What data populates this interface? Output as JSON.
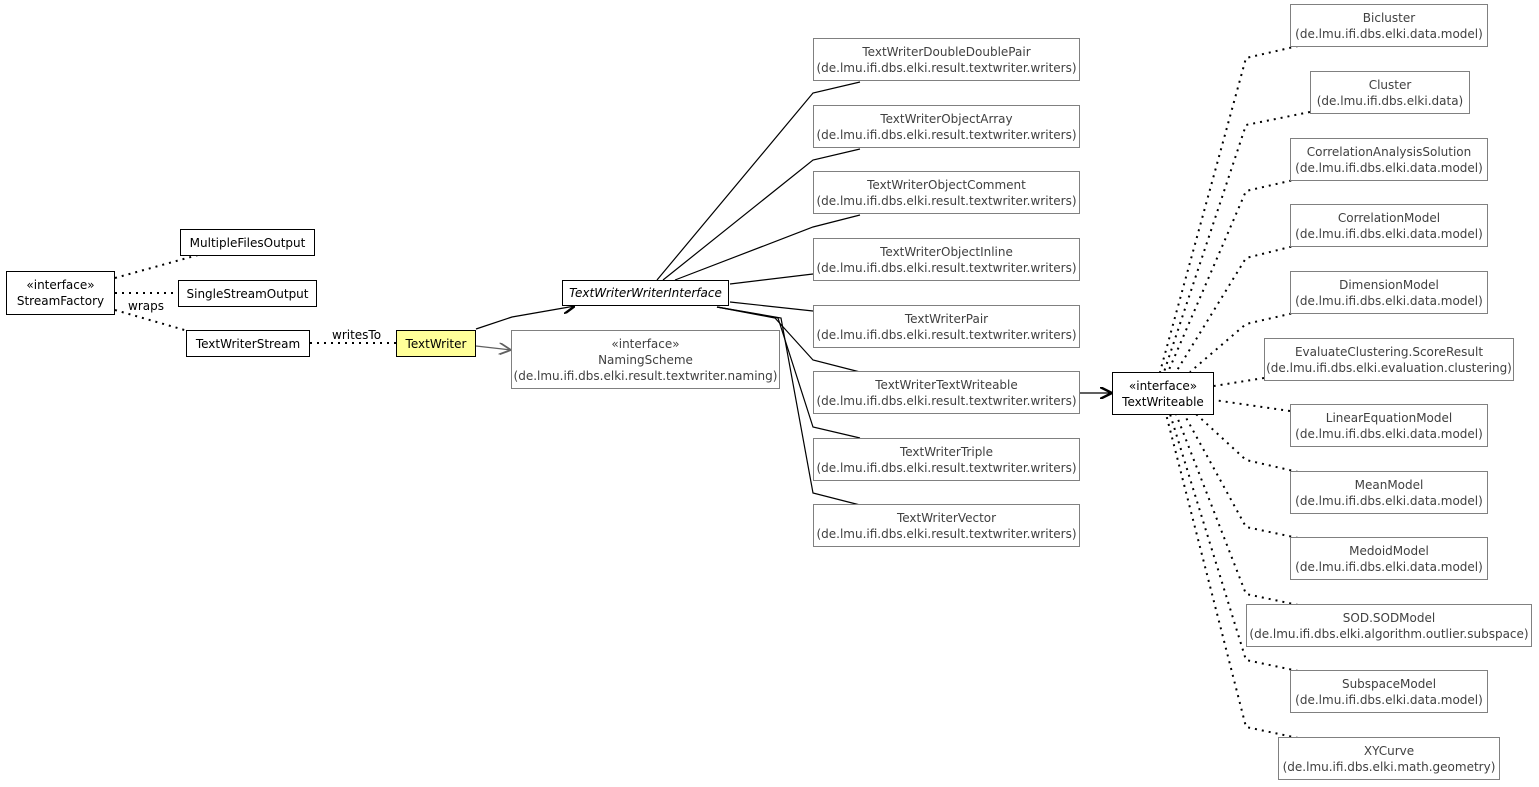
{
  "colors": {
    "highlight": "#ffff99",
    "strong_edge": "#000000",
    "weak_edge": "#808080"
  },
  "nodes": {
    "stream_factory": {
      "stereotype": "«interface»",
      "name": "StreamFactory"
    },
    "multiple_files_output": {
      "name": "MultipleFilesOutput"
    },
    "single_stream_output": {
      "name": "SingleStreamOutput"
    },
    "text_writer_stream": {
      "name": "TextWriterStream"
    },
    "text_writer": {
      "name": "TextWriter"
    },
    "text_writer_writer_interface": {
      "name": "TextWriterWriterInterface"
    },
    "naming_scheme": {
      "stereotype": "«interface»",
      "name": "NamingScheme",
      "package": "(de.lmu.ifi.dbs.elki.result.textwriter.naming)"
    },
    "text_writeable": {
      "stereotype": "«interface»",
      "name": "TextWriteable"
    }
  },
  "writers": [
    {
      "name": "TextWriterDoubleDoublePair",
      "package": "(de.lmu.ifi.dbs.elki.result.textwriter.writers)"
    },
    {
      "name": "TextWriterObjectArray",
      "package": "(de.lmu.ifi.dbs.elki.result.textwriter.writers)"
    },
    {
      "name": "TextWriterObjectComment",
      "package": "(de.lmu.ifi.dbs.elki.result.textwriter.writers)"
    },
    {
      "name": "TextWriterObjectInline",
      "package": "(de.lmu.ifi.dbs.elki.result.textwriter.writers)"
    },
    {
      "name": "TextWriterPair",
      "package": "(de.lmu.ifi.dbs.elki.result.textwriter.writers)"
    },
    {
      "name": "TextWriterTextWriteable",
      "package": "(de.lmu.ifi.dbs.elki.result.textwriter.writers)"
    },
    {
      "name": "TextWriterTriple",
      "package": "(de.lmu.ifi.dbs.elki.result.textwriter.writers)"
    },
    {
      "name": "TextWriterVector",
      "package": "(de.lmu.ifi.dbs.elki.result.textwriter.writers)"
    }
  ],
  "implementors": [
    {
      "name": "Bicluster",
      "package": "(de.lmu.ifi.dbs.elki.data.model)"
    },
    {
      "name": "Cluster",
      "package": "(de.lmu.ifi.dbs.elki.data)"
    },
    {
      "name": "CorrelationAnalysisSolution",
      "package": "(de.lmu.ifi.dbs.elki.data.model)"
    },
    {
      "name": "CorrelationModel",
      "package": "(de.lmu.ifi.dbs.elki.data.model)"
    },
    {
      "name": "DimensionModel",
      "package": "(de.lmu.ifi.dbs.elki.data.model)"
    },
    {
      "name": "EvaluateClustering.ScoreResult",
      "package": "(de.lmu.ifi.dbs.elki.evaluation.clustering)"
    },
    {
      "name": "LinearEquationModel",
      "package": "(de.lmu.ifi.dbs.elki.data.model)"
    },
    {
      "name": "MeanModel",
      "package": "(de.lmu.ifi.dbs.elki.data.model)"
    },
    {
      "name": "MedoidModel",
      "package": "(de.lmu.ifi.dbs.elki.data.model)"
    },
    {
      "name": "SOD.SODModel",
      "package": "(de.lmu.ifi.dbs.elki.algorithm.outlier.subspace)"
    },
    {
      "name": "SubspaceModel",
      "package": "(de.lmu.ifi.dbs.elki.data.model)"
    },
    {
      "name": "XYCurve",
      "package": "(de.lmu.ifi.dbs.elki.math.geometry)"
    }
  ],
  "edge_labels": {
    "wraps": "wraps",
    "writes_to": "writesTo"
  }
}
